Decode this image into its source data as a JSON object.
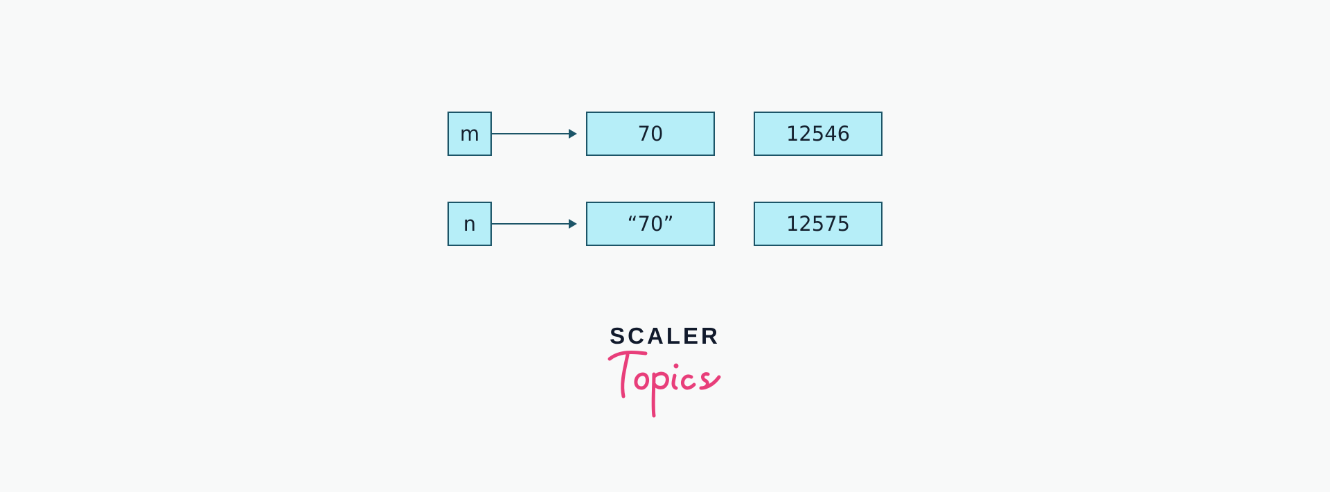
{
  "variables": [
    {
      "name": "m",
      "value": "70",
      "address": "12546"
    },
    {
      "name": "n",
      "value": "“70”",
      "address": "12575"
    }
  ],
  "logo": {
    "brand": "SCALER",
    "script": "Topics"
  },
  "colors": {
    "box_fill": "#b6eef8",
    "box_border": "#1c5568",
    "arrow": "#1c5568",
    "logo_dark": "#111a2c",
    "logo_pink": "#e83e7a"
  }
}
